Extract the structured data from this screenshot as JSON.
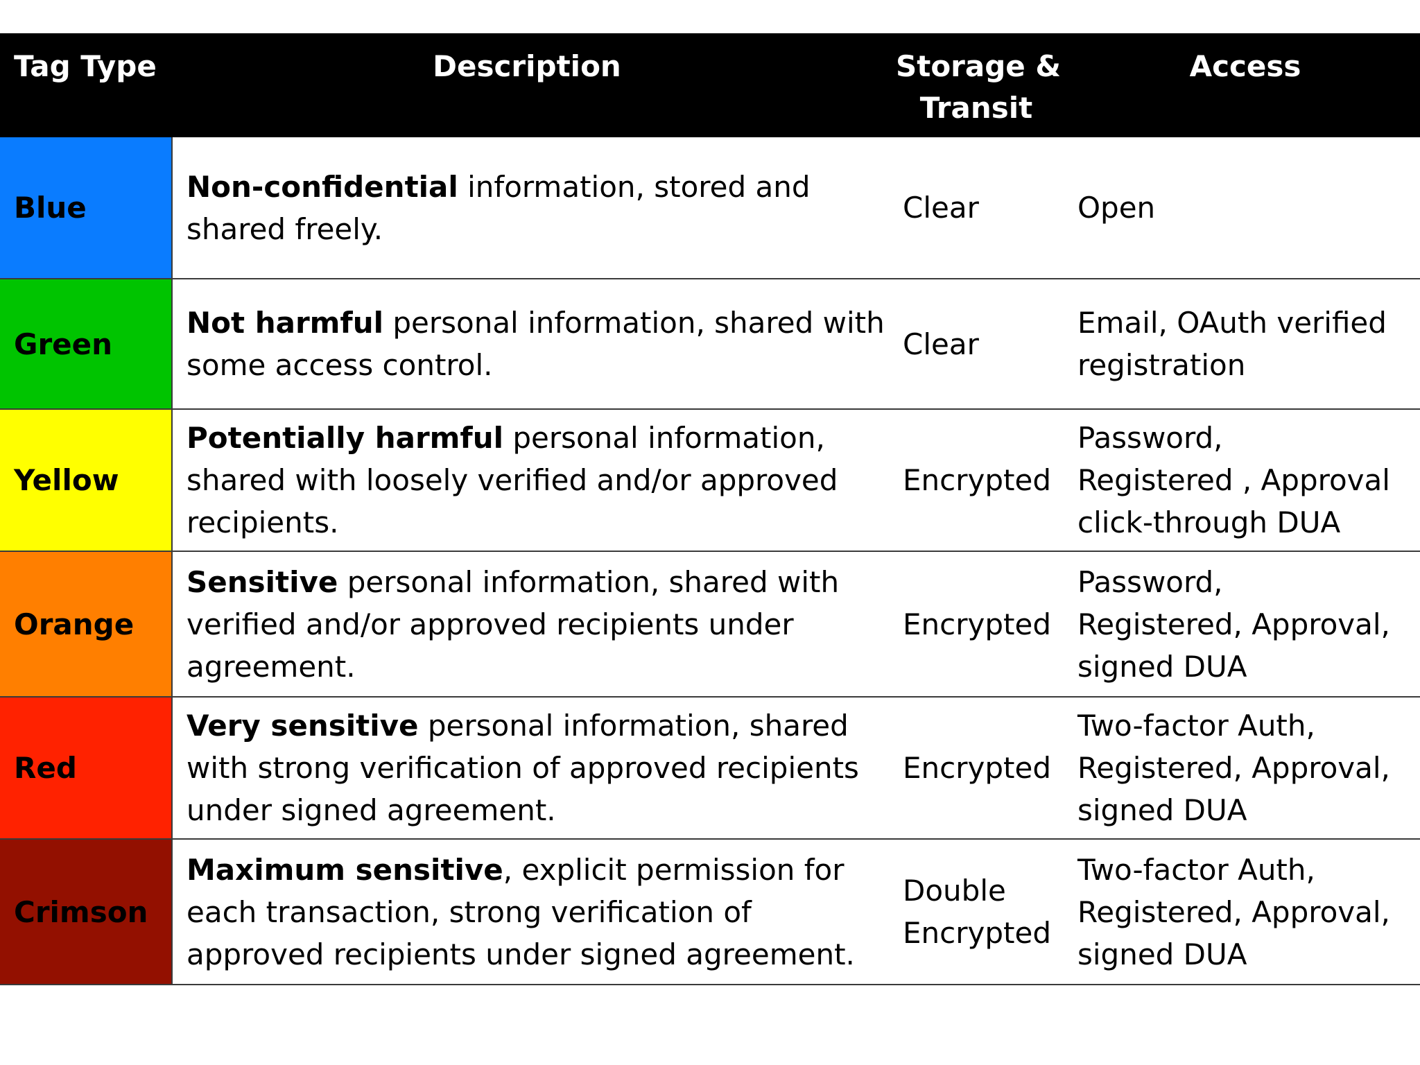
{
  "table": {
    "headers": {
      "tag_type": "Tag Type",
      "description": "Description",
      "storage_line1": "Storage &",
      "storage_line2": "Transit",
      "access": "Access"
    },
    "rows": [
      {
        "tag": "Blue",
        "color": "#0a7cff",
        "desc_bold": "Non-confidential",
        "desc_line1_rest": " information, stored and",
        "desc_lines": [
          "shared freely."
        ],
        "storage_lines": [
          "Clear"
        ],
        "access_lines": [
          "Open"
        ]
      },
      {
        "tag": "Green",
        "color": "#00c400",
        "desc_bold": "Not harmful",
        "desc_line1_rest": " personal information, shared with",
        "desc_lines": [
          "some access control."
        ],
        "storage_lines": [
          "Clear"
        ],
        "access_lines": [
          "Email, OAuth verified",
          "registration"
        ]
      },
      {
        "tag": "Yellow",
        "color": "#ffff00",
        "desc_bold": "Potentially harmful",
        "desc_line1_rest": " personal information,",
        "desc_lines": [
          "shared with loosely verified and/or approved",
          "recipients."
        ],
        "storage_lines": [
          "Encrypted"
        ],
        "access_lines": [
          "Password,",
          "Registered , Approval",
          "click-through DUA"
        ]
      },
      {
        "tag": "Orange",
        "color": "#ff7f00",
        "desc_bold": "Sensitive",
        "desc_line1_rest": " personal information, shared with",
        "desc_lines": [
          "verified and/or approved recipients under",
          "agreement."
        ],
        "storage_lines": [
          "Encrypted"
        ],
        "access_lines": [
          "Password,",
          "Registered, Approval,",
          "signed DUA"
        ]
      },
      {
        "tag": "Red",
        "color": "#ff2200",
        "desc_bold": "Very sensitive",
        "desc_line1_rest": " personal information, shared",
        "desc_lines": [
          "with strong verification of approved recipients",
          "under signed agreement."
        ],
        "storage_lines": [
          "Encrypted"
        ],
        "access_lines": [
          "Two-factor Auth,",
          "Registered, Approval,",
          "signed DUA"
        ]
      },
      {
        "tag": "Crimson",
        "color": "#931000",
        "desc_bold": "Maximum sensitive",
        "desc_line1_rest": ", explicit permission for",
        "desc_lines": [
          "each transaction, strong verification of",
          "approved recipients under signed agreement."
        ],
        "storage_lines": [
          "Double",
          "Encrypted"
        ],
        "access_lines": [
          "Two-factor Auth,",
          "Registered, Approval,",
          "signed DUA"
        ]
      }
    ]
  }
}
